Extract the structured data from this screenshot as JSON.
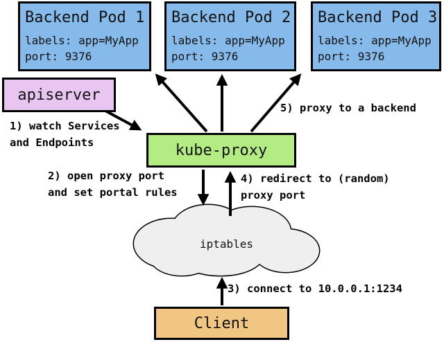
{
  "colors": {
    "background": "#ffffff",
    "pod_fill": "#85BAEA",
    "apiserver_fill": "#E9C6F2",
    "kube_proxy_fill": "#B4EC84",
    "client_fill": "#F0C682",
    "cloud_fill": "#EFEFEF",
    "line": "#000000"
  },
  "nodes": {
    "pods": [
      {
        "title": "Backend Pod 1",
        "labels": "labels: app=MyApp",
        "port": "port: 9376"
      },
      {
        "title": "Backend Pod 2",
        "labels": "labels: app=MyApp",
        "port": "port: 9376"
      },
      {
        "title": "Backend Pod 3",
        "labels": "labels: app=MyApp",
        "port": "port: 9376"
      }
    ],
    "apiserver": {
      "label": "apiserver"
    },
    "kube_proxy": {
      "label": "kube-proxy"
    },
    "iptables": {
      "label": "iptables"
    },
    "client": {
      "label": "Client"
    }
  },
  "annotations": {
    "step1": "1) watch Services\nand Endpoints",
    "step2": "2) open proxy port\nand set portal rules",
    "step3": "3) connect to 10.0.0.1:1234",
    "step4": "4) redirect to (random)\nproxy port",
    "step5": "5) proxy to a backend"
  }
}
